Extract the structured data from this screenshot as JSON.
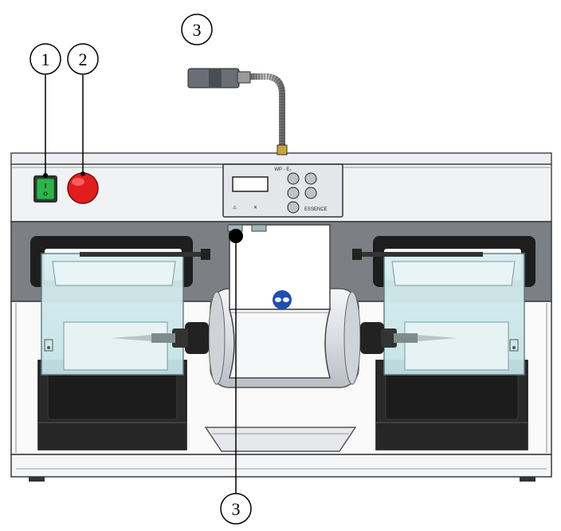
{
  "callouts": [
    {
      "id": "callout-1",
      "label": "1"
    },
    {
      "id": "callout-2",
      "label": "2"
    },
    {
      "id": "callout-3-top",
      "label": "3"
    },
    {
      "id": "callout-3-bottom",
      "label": "3"
    }
  ],
  "control_panel": {
    "model": "WP - E₂",
    "brand": "ESSENCE"
  },
  "colors": {
    "switch": "#2fb34a",
    "stop_button": "#e11d1d",
    "hood_glass": "#cfe8ea",
    "housing": "#e9ebee",
    "dark": "#1e1e1e"
  }
}
